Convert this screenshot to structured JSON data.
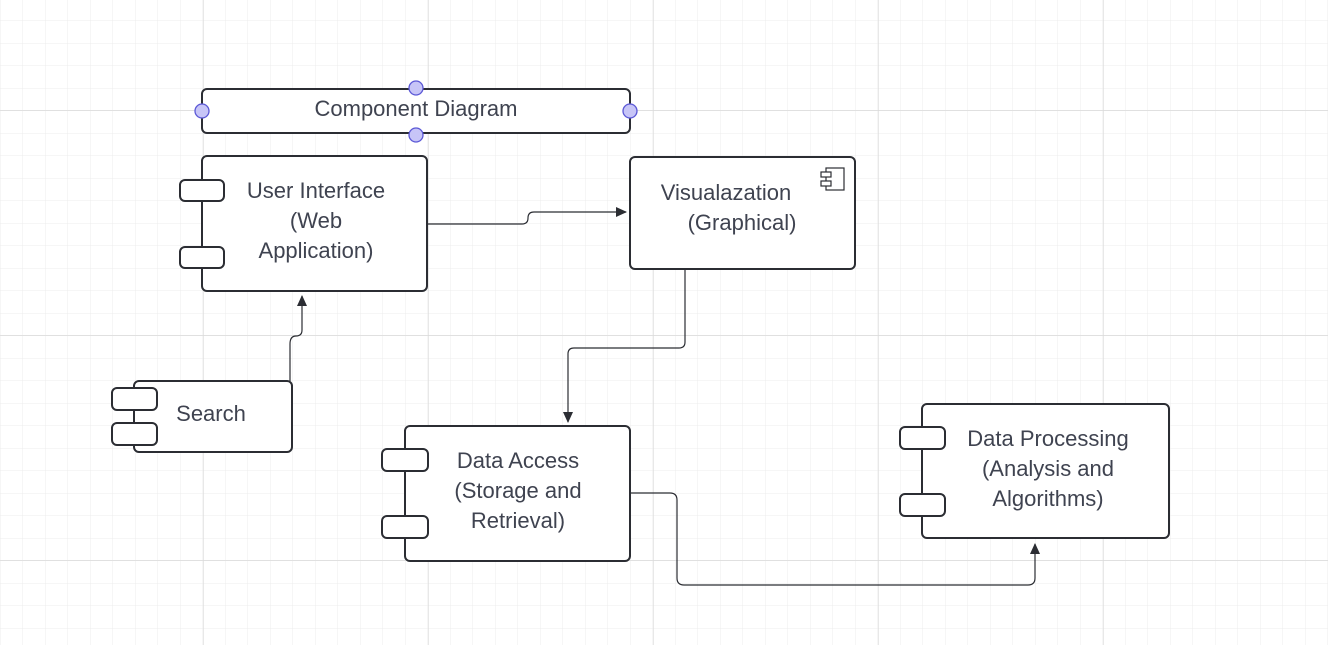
{
  "title": "Component Diagram",
  "components": {
    "ui": {
      "lines": [
        "User Interface",
        "(Web",
        "Application)"
      ]
    },
    "search": {
      "lines": [
        "Search"
      ]
    },
    "visual": {
      "lines": [
        "Visualazation",
        "(Graphical)"
      ]
    },
    "access": {
      "lines": [
        "Data Access",
        "(Storage and",
        "Retrieval)"
      ]
    },
    "processing": {
      "lines": [
        "Data Processing",
        "(Analysis and",
        "Algorithms)"
      ]
    }
  },
  "colors": {
    "border": "#2b2d33",
    "text": "#3f4350",
    "grid_minor": "#ececec",
    "grid_major": "#d9d9d9",
    "handle_fill": "#c7c5f7",
    "handle_stroke": "#5b58d6"
  }
}
